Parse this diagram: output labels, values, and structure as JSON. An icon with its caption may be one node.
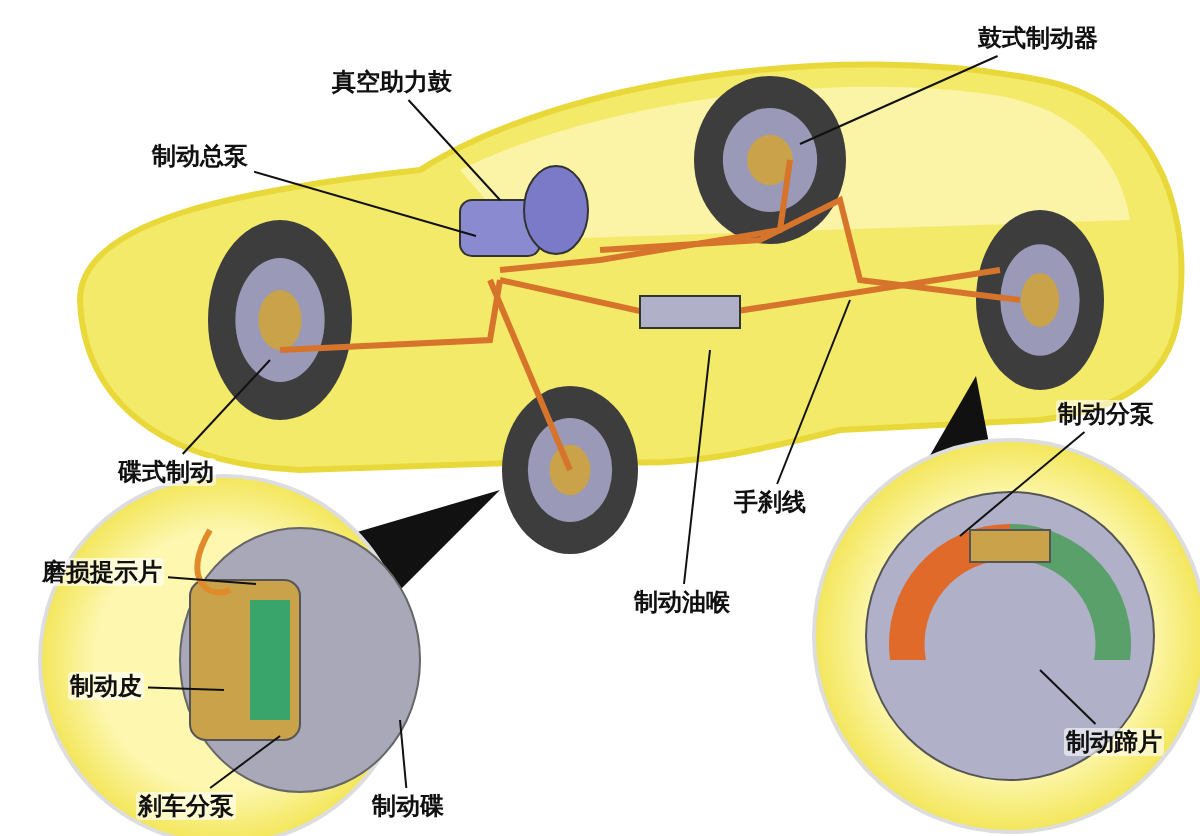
{
  "diagram": {
    "nodes": [
      {
        "text": [
          "鼓式制动器"
        ]
      },
      {
        "text": [
          "真空助力鼓"
        ]
      },
      {
        "text": [
          "制动总泵"
        ]
      },
      {
        "text": [
          "制动分泵"
        ]
      },
      {
        "text": [
          "碟式制动"
        ]
      },
      {
        "text": [
          "手刹线"
        ]
      },
      {
        "text": [
          "磨损提示片"
        ]
      },
      {
        "text": [
          "制动油喉"
        ]
      },
      {
        "text": [
          "制动皮"
        ]
      },
      {
        "text": [
          "制动蹄片"
        ]
      },
      {
        "text": [
          "刹车分泵"
        ]
      },
      {
        "text": [
          "制动碟"
        ]
      }
    ],
    "edges": [
      {
        "from": 0,
        "to": null,
        "arrow": "none"
      },
      {
        "from": 1,
        "to": null,
        "arrow": "none"
      },
      {
        "from": 2,
        "to": null,
        "arrow": "none"
      },
      {
        "from": 3,
        "to": null,
        "arrow": "none"
      },
      {
        "from": 4,
        "to": null,
        "arrow": "none"
      },
      {
        "from": 5,
        "to": null,
        "arrow": "none"
      },
      {
        "from": 6,
        "to": null,
        "arrow": "none"
      },
      {
        "from": 7,
        "to": null,
        "arrow": "none"
      },
      {
        "from": 8,
        "to": null,
        "arrow": "none"
      },
      {
        "from": 9,
        "to": null,
        "arrow": "none"
      },
      {
        "from": 10,
        "to": null,
        "arrow": "none"
      },
      {
        "from": 11,
        "to": null,
        "arrow": "none"
      }
    ]
  }
}
